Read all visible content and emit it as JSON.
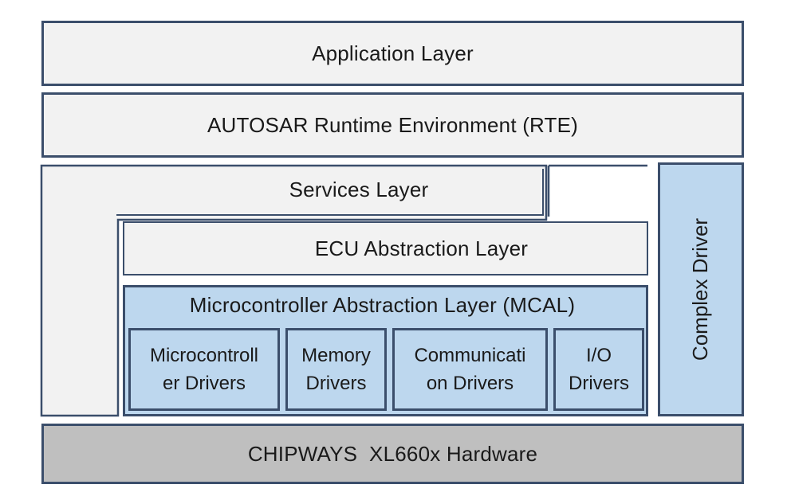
{
  "layers": {
    "application": "Application Layer",
    "rte": "AUTOSAR Runtime Environment (RTE)",
    "services": "Services Layer",
    "ecu_abstraction": "ECU Abstraction Layer",
    "mcal": "Microcontroller Abstraction Layer (MCAL)",
    "complex_driver": "Complex Driver",
    "hardware": "CHIPWAYS  XL660x Hardware"
  },
  "mcal_drivers": [
    {
      "line1": "Microcontroll",
      "line2": "er Drivers"
    },
    {
      "line1": "Memory",
      "line2": "Drivers"
    },
    {
      "line1": "Communicati",
      "line2": "on Drivers"
    },
    {
      "line1": "I/O",
      "line2": "Drivers"
    }
  ],
  "colors": {
    "border": "#3b4e6b",
    "light_fill": "#f2f2f2",
    "blue_fill": "#bdd7ee",
    "hardware_fill": "#bfbfbf"
  }
}
